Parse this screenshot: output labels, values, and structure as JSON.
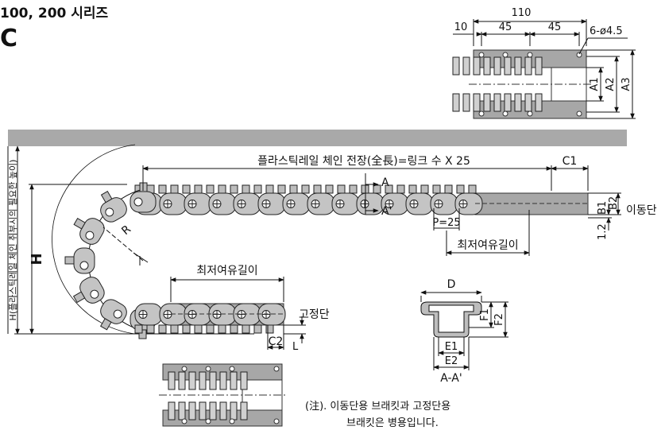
{
  "header": {
    "series": "100, 200 시리즈",
    "model": "C"
  },
  "bracket_top": {
    "d110": "110",
    "d10": "10",
    "d45a": "45",
    "d45b": "45",
    "hole": "6-ø4.5",
    "a1": "A1",
    "a2": "A2",
    "a3": "A3"
  },
  "chain": {
    "length_label": "플라스틱레일 체인 전장(全長)=링크 수 X 25",
    "c1": "C1",
    "section_a": "A",
    "section_a2": "A'",
    "pitch": "P=25",
    "min_slack_top": "최저여유길이",
    "min_slack_bottom": "최저여유길이",
    "b1": "B1",
    "b2": "B2",
    "dim12": "1.2",
    "moving_end": "이동단",
    "fixed_end": "고정단",
    "c2": "C2",
    "l": "L",
    "r": "R",
    "h": "H",
    "height_note": "H(플라스틱레일 체인 취부시의 필요한 높이)"
  },
  "section": {
    "d": "D",
    "f1": "F1",
    "f2": "F2",
    "e1": "E1",
    "e2": "E2",
    "title": "A-A'"
  },
  "note": {
    "line1": "(注). 이동단용 브래킷과 고정단용",
    "line2": "브래킷은 병용입니다."
  }
}
